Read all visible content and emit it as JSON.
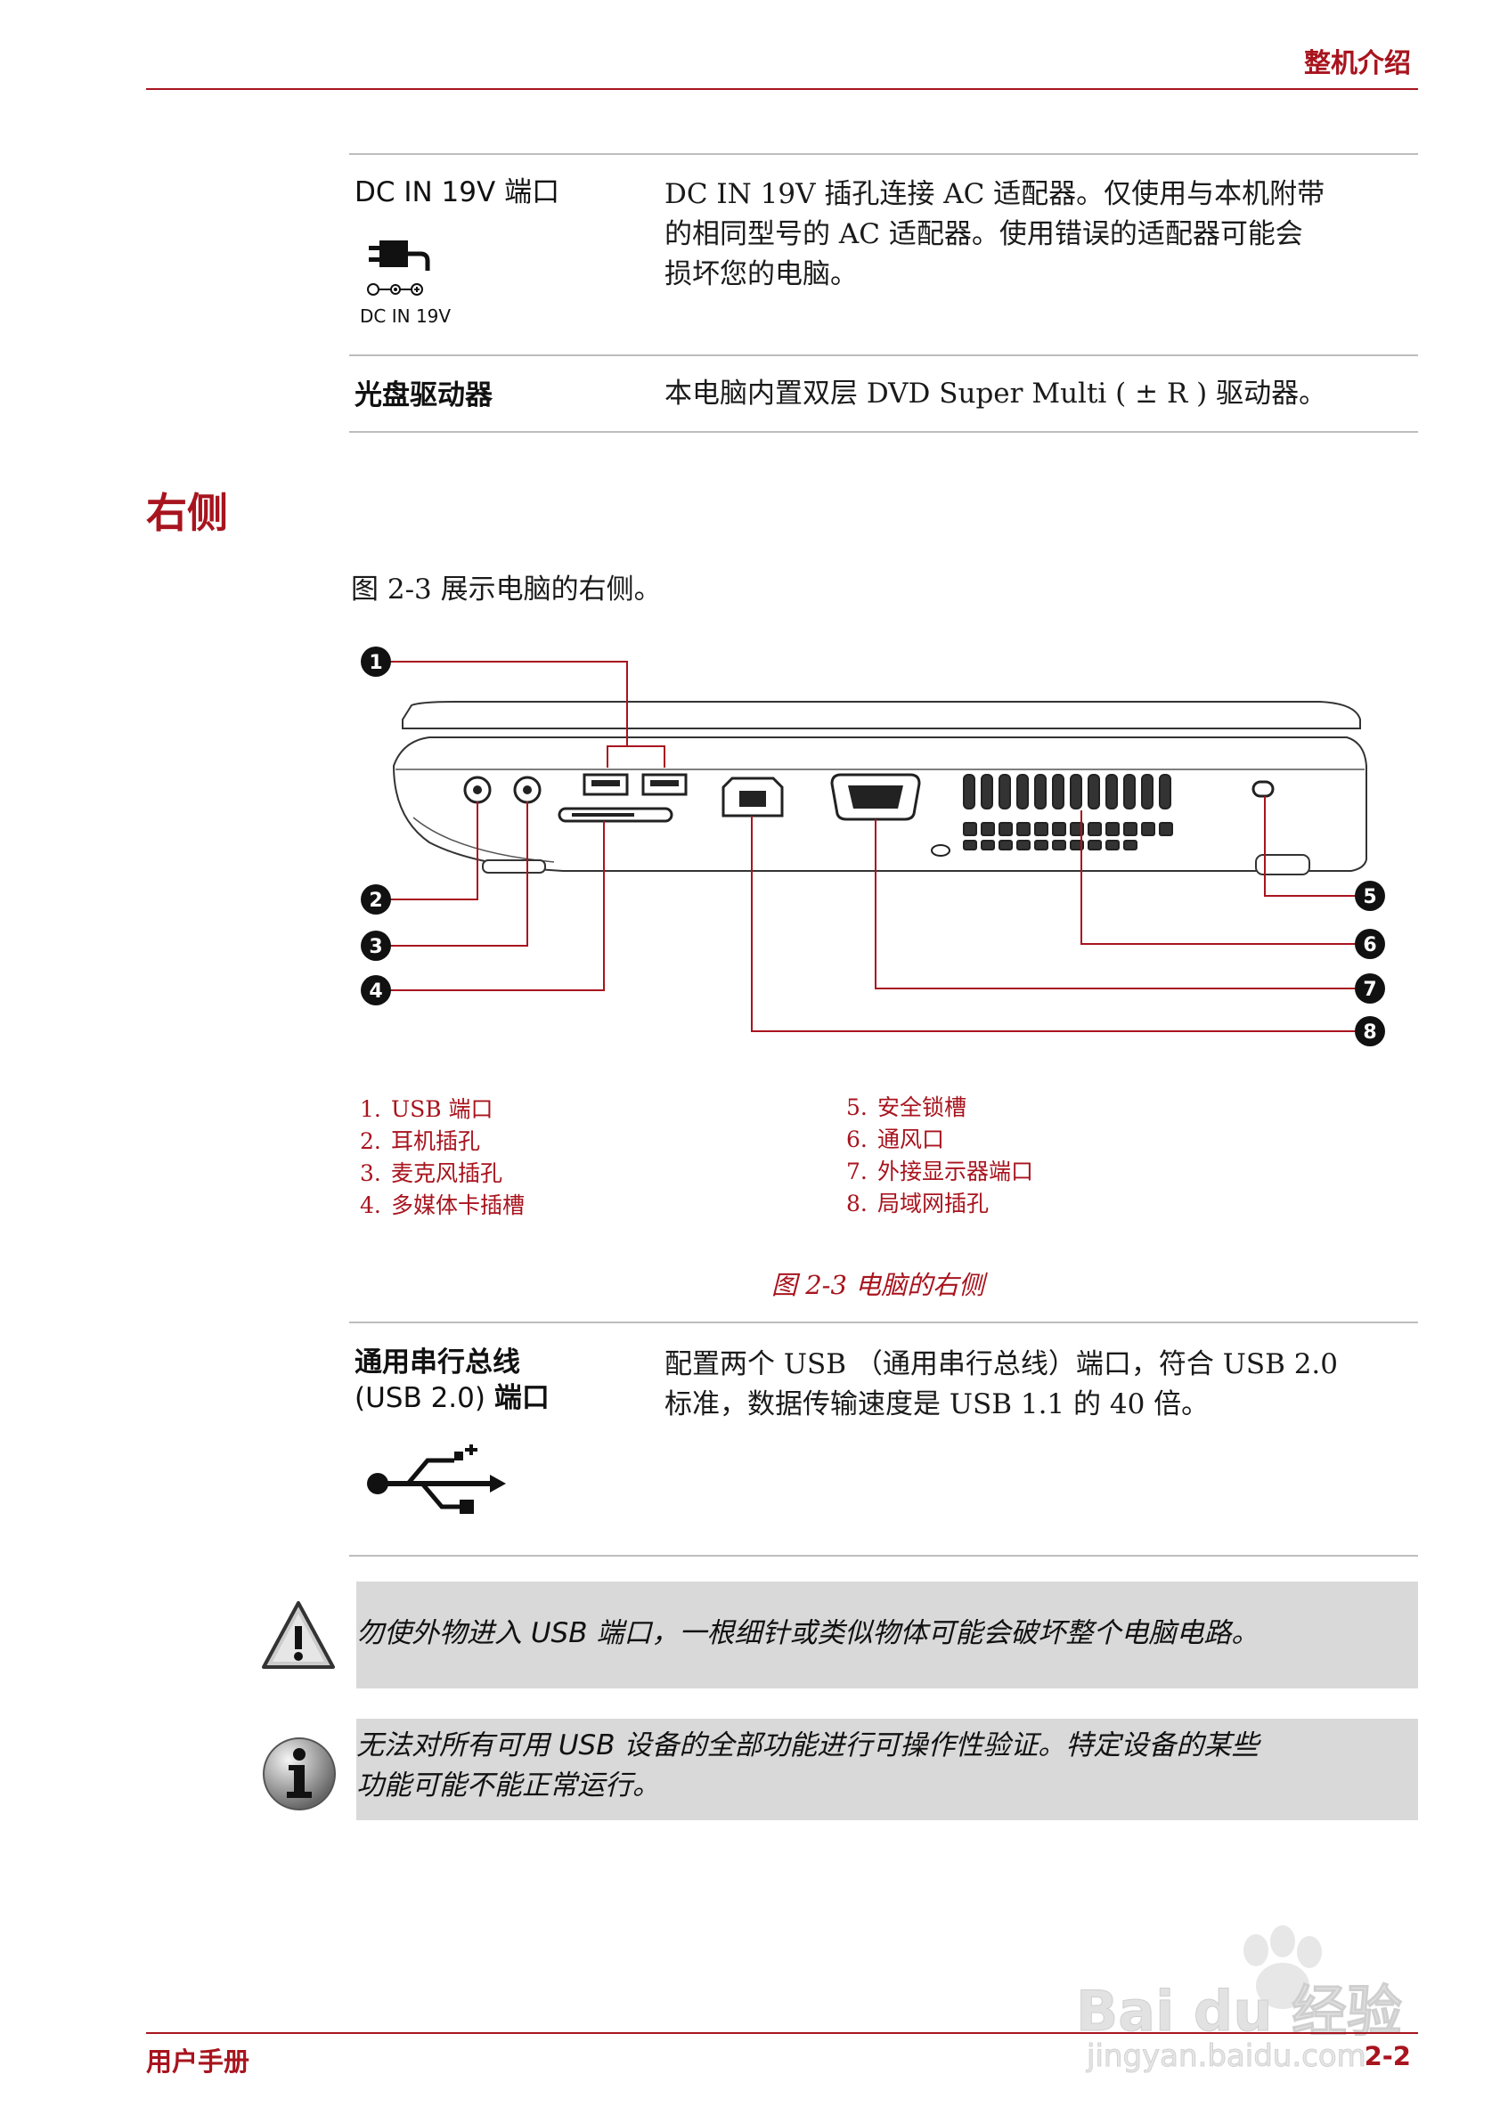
{
  "header": {
    "title": "整机介绍"
  },
  "rows_top": [
    {
      "term": "DC IN 19V 端口",
      "icon_caption": "DC IN 19V",
      "icon": "dc-power-plug-icon",
      "desc": [
        "DC IN 19V 插孔连接 AC 适配器。仅使用与本机附带",
        "的相同型号的 AC 适配器。使用错误的适配器可能会",
        "损坏您的电脑。"
      ]
    },
    {
      "term": "光盘驱动器",
      "desc": [
        "本电脑内置双层 DVD Super Multi ( ± R ) 驱动器。"
      ]
    }
  ],
  "section": {
    "title": "右侧",
    "intro": "图 2-3 展示电脑的右侧。"
  },
  "figure": {
    "callouts": [
      "1",
      "2",
      "3",
      "4",
      "5",
      "6",
      "7",
      "8"
    ],
    "legend_left": [
      {
        "n": "1.",
        "label": "USB 端口"
      },
      {
        "n": "2.",
        "label": "耳机插孔"
      },
      {
        "n": "3.",
        "label": "麦克风插孔"
      },
      {
        "n": "4.",
        "label": "多媒体卡插槽"
      }
    ],
    "legend_right": [
      {
        "n": "5.",
        "label": "安全锁槽"
      },
      {
        "n": "6.",
        "label": "通风口"
      },
      {
        "n": "7.",
        "label": "外接显示器端口"
      },
      {
        "n": "8.",
        "label": "局域网插孔"
      }
    ],
    "caption": "图 2-3 电脑的右侧"
  },
  "usb_row": {
    "term_line1": "通用串行总线",
    "term_line2a": "(USB 2.0) ",
    "term_line2b": "端口",
    "icon": "usb-icon",
    "desc": [
      "配置两个 USB （通用串行总线）端口，符合 USB 2.0",
      "标准，数据传输速度是 USB 1.1 的 40 倍。"
    ]
  },
  "notices": [
    {
      "icon": "warning-triangle-icon",
      "text": [
        "勿使外物进入 USB 端口，一根细针或类似物体可能会破坏整个电脑电路。"
      ]
    },
    {
      "icon": "info-icon",
      "text": [
        "无法对所有可用 USB 设备的全部功能进行可操作性验证。特定设备的某些",
        "功能可能不能正常运行。"
      ]
    }
  ],
  "footer": {
    "left": "用户手册",
    "right": "2-2"
  },
  "watermark": {
    "brand": "Bai du 经验",
    "url": "jingyan.baidu.com"
  },
  "colors": {
    "accent": "#a8141e",
    "rule": "#bdbdbd",
    "notice_bg": "#d9d9d9"
  }
}
